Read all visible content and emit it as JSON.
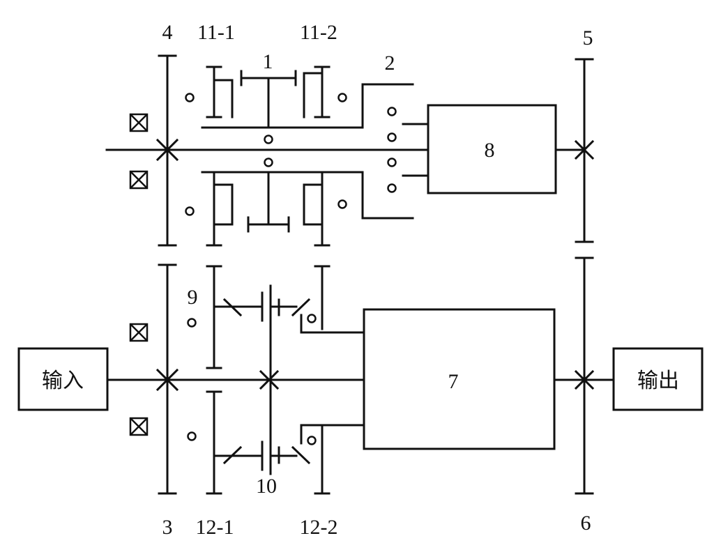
{
  "labels": {
    "n1": "1",
    "n2": "2",
    "n3": "3",
    "n4": "4",
    "n5": "5",
    "n6": "6",
    "n7": "7",
    "n8": "8",
    "n9": "9",
    "n10": "10",
    "n11_1": "11-1",
    "n11_2": "11-2",
    "n12_1": "12-1",
    "n12_2": "12-2"
  },
  "blocks": {
    "input": "输入",
    "output": "输出"
  },
  "colors": {
    "line": "#111111",
    "background": "#ffffff"
  }
}
